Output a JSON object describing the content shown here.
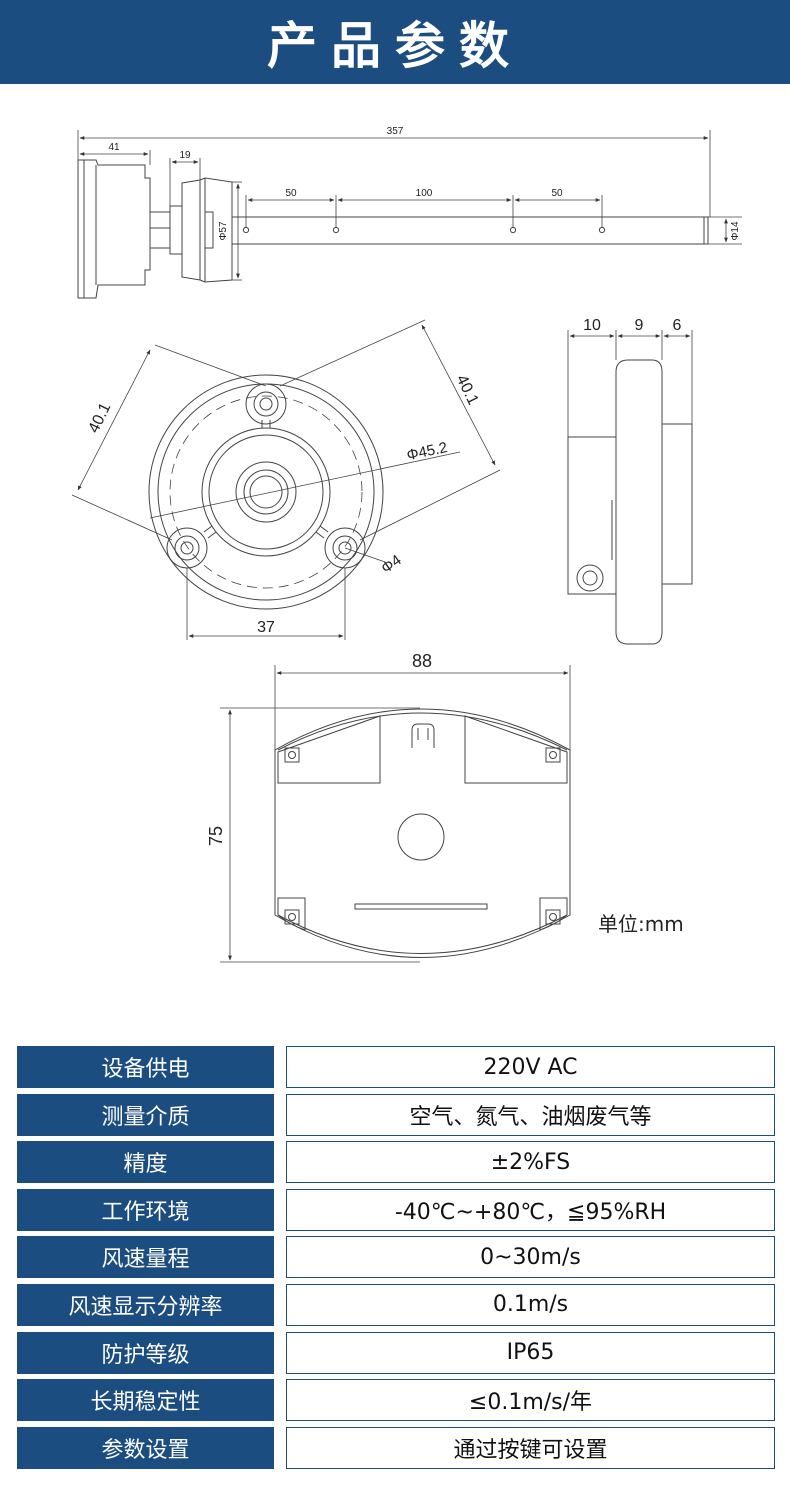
{
  "header": {
    "title": "产品参数"
  },
  "drawing": {
    "dims": {
      "total_length": "357",
      "head_width": "41",
      "flange_width": "19",
      "spacing_a": "50",
      "spacing_b": "100",
      "spacing_c": "50",
      "flange_dia": "Φ57",
      "probe_dia": "Φ14",
      "hole_spacing_left": "40.1",
      "hole_spacing_right": "40.1",
      "circle_dia": "Φ45.2",
      "hole_dia": "Φ4",
      "base_spacing": "37",
      "side_a": "10",
      "side_b": "9",
      "side_c": "6",
      "box_width": "88",
      "box_height": "75"
    },
    "unit_label": "单位:mm"
  },
  "params": [
    {
      "label": "设备供电",
      "value": "220V AC"
    },
    {
      "label": "测量介质",
      "value": "空气、氮气、油烟废气等"
    },
    {
      "label": "精度",
      "value": "±2%FS"
    },
    {
      "label": "工作环境",
      "value": "-40℃~+80℃，≦95%RH"
    },
    {
      "label": "风速量程",
      "value": "0~30m/s"
    },
    {
      "label": "风速显示分辨率",
      "value": "0.1m/s"
    },
    {
      "label": "防护等级",
      "value": "IP65"
    },
    {
      "label": "长期稳定性",
      "value": "≤0.1m/s/年"
    },
    {
      "label": "参数设置",
      "value": "通过按键可设置"
    }
  ],
  "colors": {
    "brand": "#1c4d80"
  }
}
